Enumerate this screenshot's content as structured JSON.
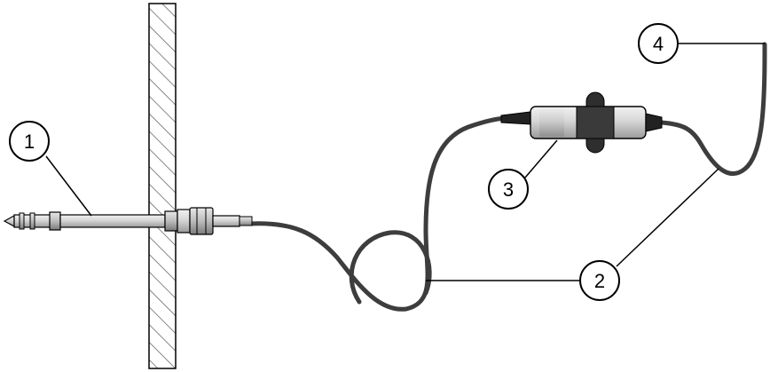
{
  "callouts": [
    {
      "id": "1",
      "label": "1",
      "part": "probe"
    },
    {
      "id": "2",
      "label": "2",
      "part": "cable"
    },
    {
      "id": "3",
      "label": "3",
      "part": "module"
    },
    {
      "id": "4",
      "label": "4",
      "part": "cable-end"
    }
  ],
  "colors": {
    "cable": "#3d3d3d",
    "probe_body": "#cfcfcf",
    "wall_hatch": "#555555",
    "outline": "#000000"
  }
}
